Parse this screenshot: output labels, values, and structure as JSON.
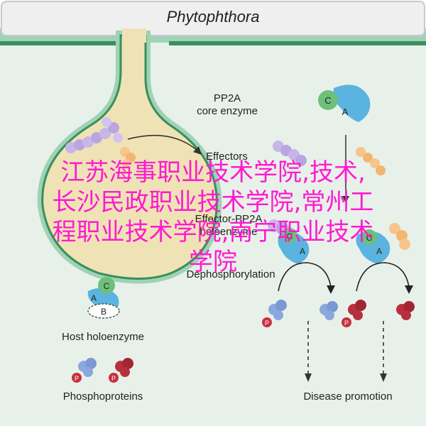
{
  "title": "Phytophthora",
  "labels": {
    "pp2a_core_line1": "PP2A",
    "pp2a_core_line2": "core enzyme",
    "effectors": "Effectors",
    "effector_pp2a_line1": "Effector-PP2A",
    "effector_pp2a_line2": "holoenzyme",
    "dephosphorylation": "Dephosphorylation",
    "host_holoenzyme": "Host holoenzyme",
    "phosphoproteins": "Phosphoproteins",
    "disease_promotion": "Disease promotion"
  },
  "subunits": {
    "a": "A",
    "b": "B",
    "c": "C",
    "p": "P"
  },
  "overlay_lines": [
    "江苏海事职业技术学院,技术,",
    "长沙民政职业技术学院,常州工",
    "程职业技术学院,南宁职业技术",
    "学院"
  ],
  "colors": {
    "cell_wall": "#8fc9ad",
    "membrane_green": "#3a8f5a",
    "cytoplasm": "#e8f1e9",
    "haustorium_fill": "#efe3b5",
    "subunit_a": "#5ab4df",
    "subunit_c": "#6cc07a",
    "effector_purple": "#c7b6e8",
    "effector_orange": "#f7c48a",
    "protein_blue": "#8aa8dd",
    "protein_red": "#b8303d",
    "overlay_text": "#ff1ad1"
  }
}
